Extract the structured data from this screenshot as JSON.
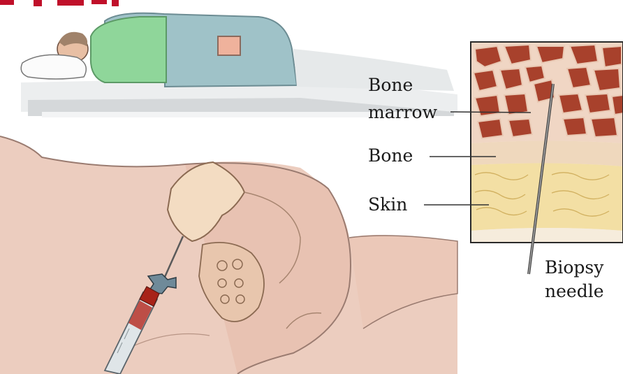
{
  "labels": {
    "bone_marrow_line1": "Bone",
    "bone_marrow_line2": "marrow",
    "bone": "Bone",
    "skin": "Skin",
    "biopsy_needle_line1": "Biopsy",
    "biopsy_needle_line2": "needle"
  },
  "colors": {
    "title_accent": "#c0102a",
    "skin_tone": "#eccdbf",
    "bone_marrow": "#a8412c",
    "fat_layer": "#f3dfa4",
    "gown": "#9fc2c8",
    "shirt": "#8fd69a"
  }
}
